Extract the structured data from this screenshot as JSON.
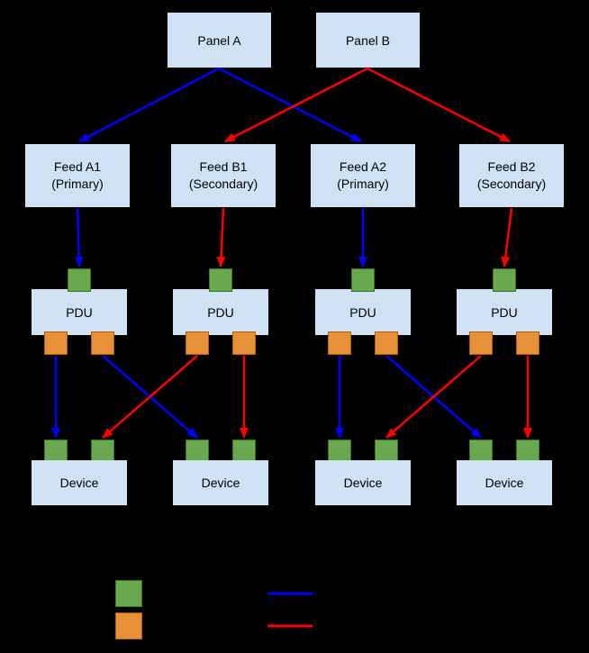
{
  "diagram": {
    "background_color": "#000000",
    "node_fill_color": "#cfe2f3",
    "port_colors": {
      "input": "#6aa84f",
      "input_border": "#38761d",
      "output": "#e69138",
      "output_border": "#b45f06"
    },
    "path_colors": {
      "primary": "#0000ff",
      "secondary": "#ff0000"
    },
    "panels": [
      {
        "label": "Panel A"
      },
      {
        "label": "Panel B"
      }
    ],
    "feeds": [
      {
        "name": "Feed A1",
        "role": "(Primary)"
      },
      {
        "name": "Feed B1",
        "role": "(Secondary)"
      },
      {
        "name": "Feed A2",
        "role": "(Primary)"
      },
      {
        "name": "Feed B2",
        "role": "(Secondary)"
      }
    ],
    "pdus": [
      {
        "label": "PDU"
      },
      {
        "label": "PDU"
      },
      {
        "label": "PDU"
      },
      {
        "label": "PDU"
      }
    ],
    "devices": [
      {
        "label": "Device"
      },
      {
        "label": "Device"
      },
      {
        "label": "Device"
      },
      {
        "label": "Device"
      }
    ],
    "legend": {
      "input_swatch_color": "#6aa84f",
      "output_swatch_color": "#e69138",
      "primary_line_color": "#0000ff",
      "secondary_line_color": "#ff0000"
    }
  }
}
